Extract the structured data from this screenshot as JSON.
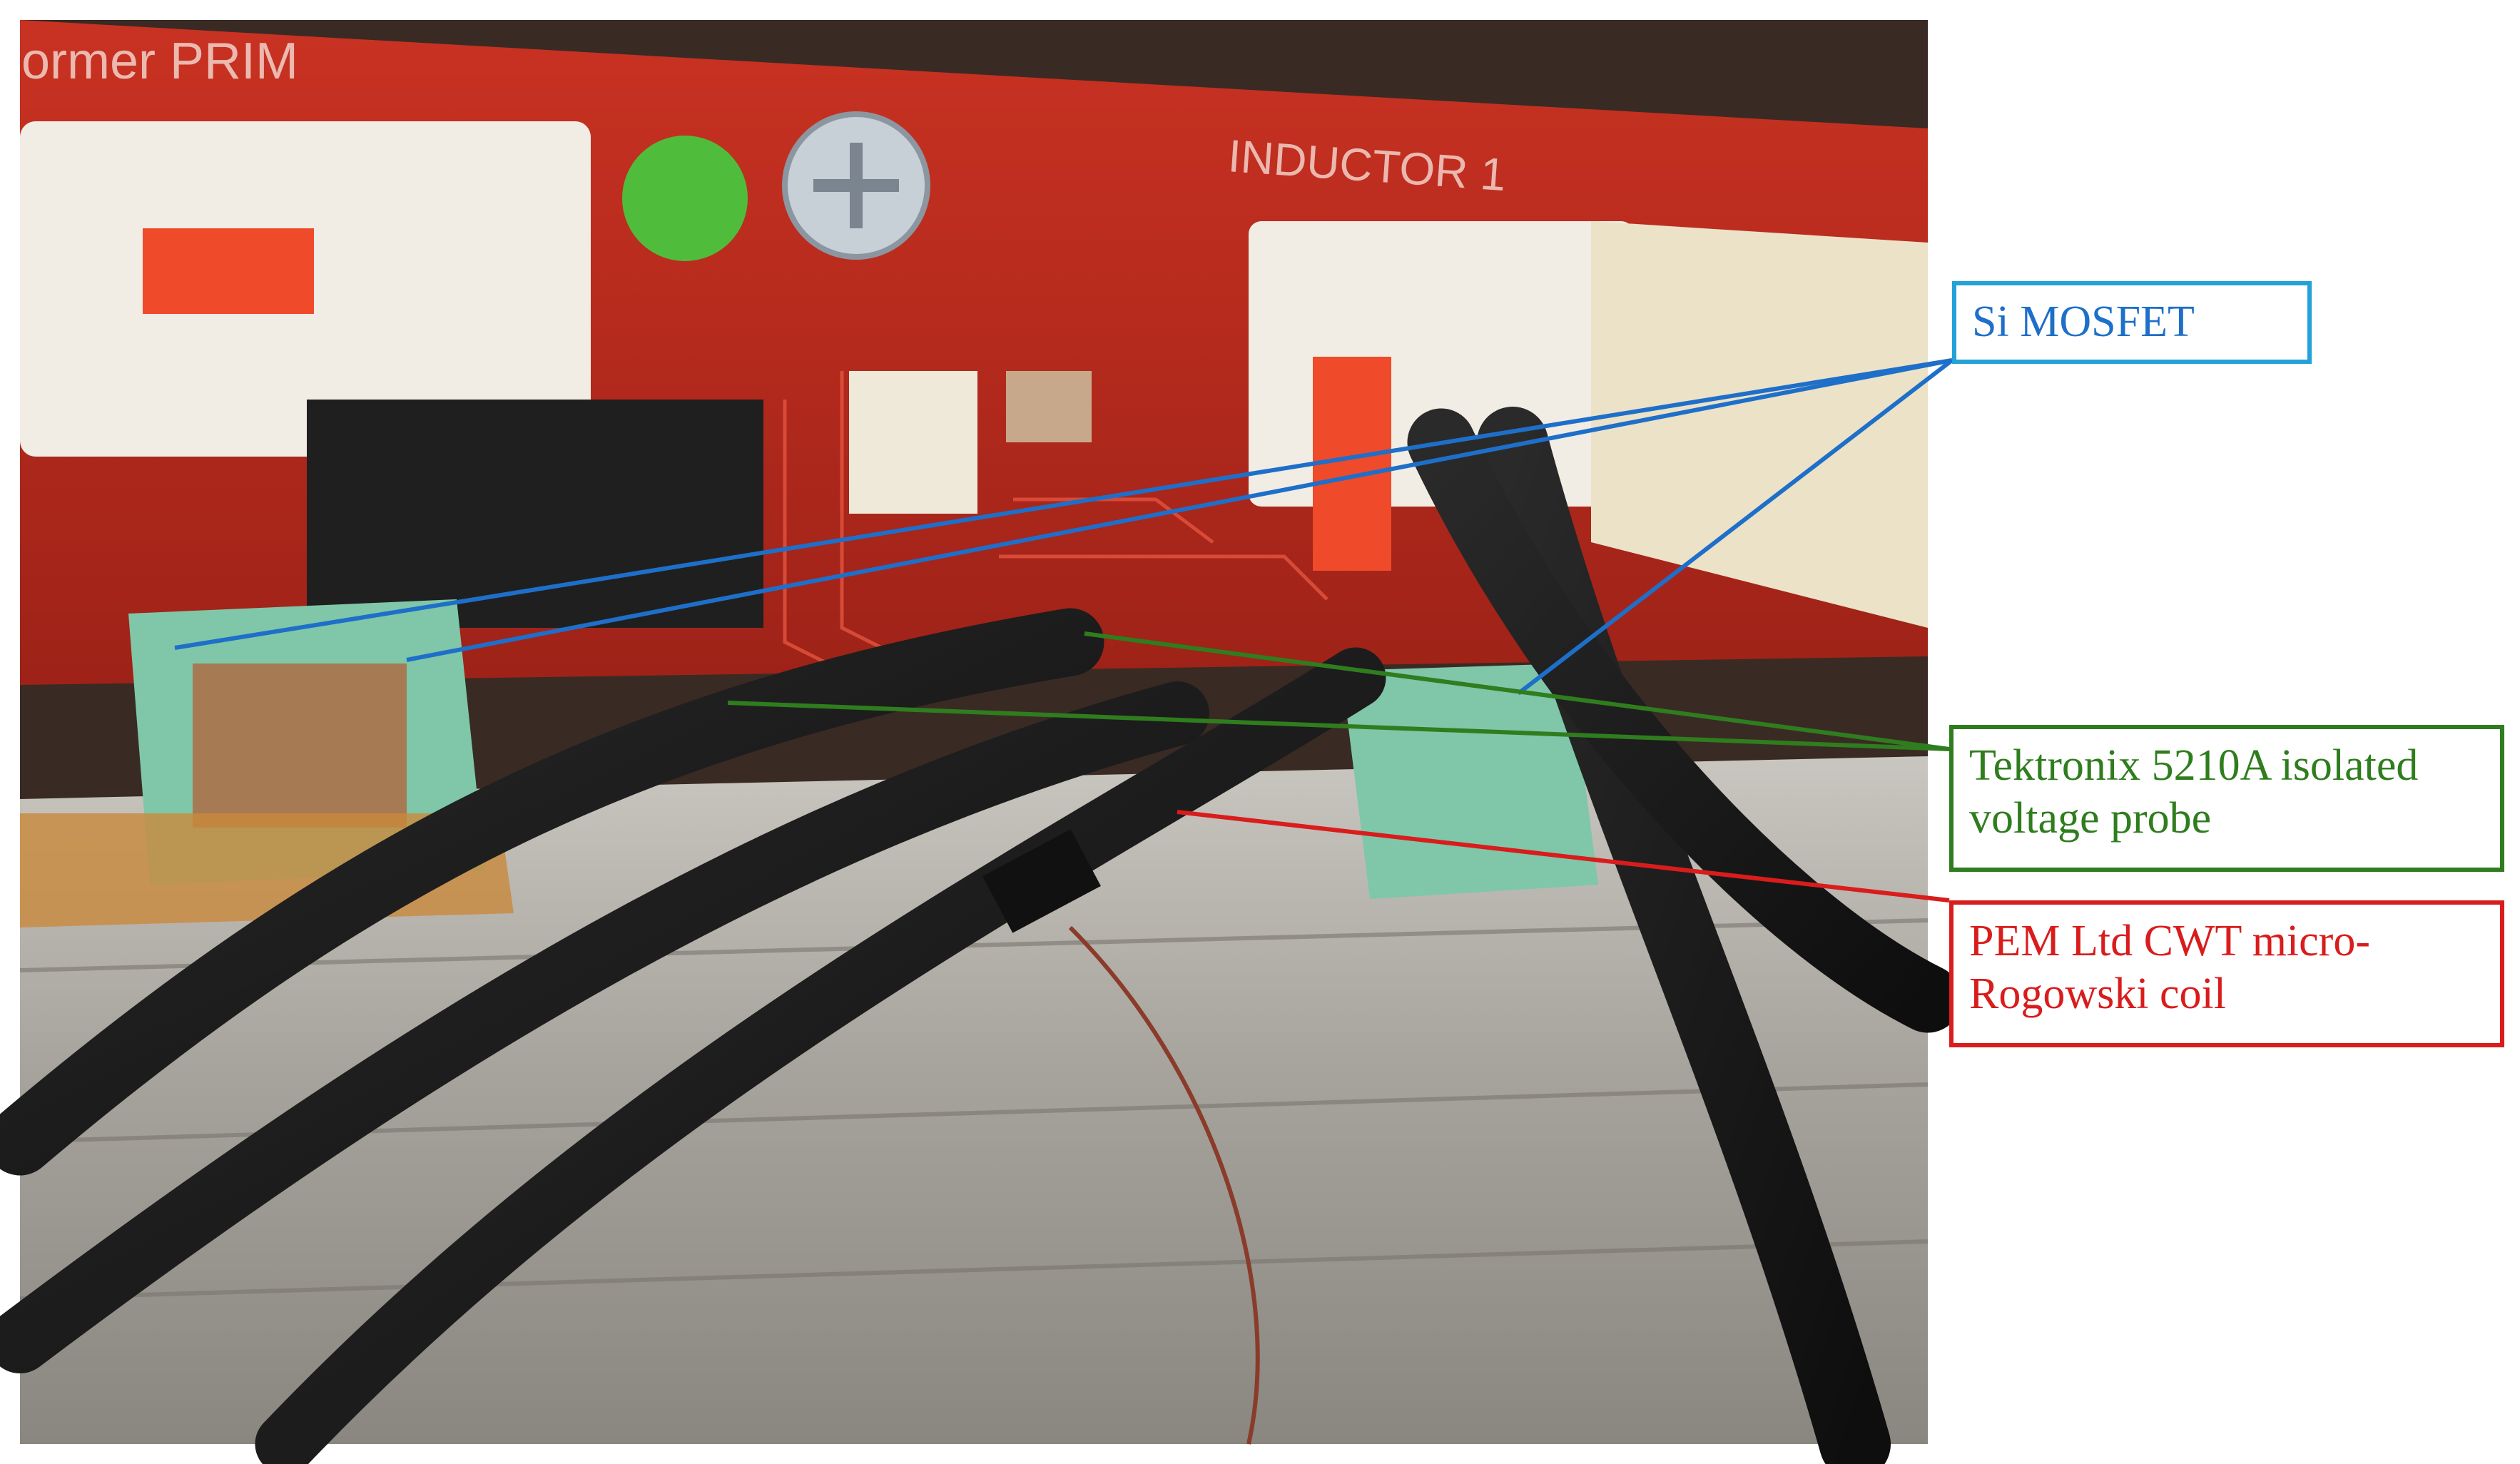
{
  "photo": {
    "board_labels": {
      "transformer": "ormer  PRIM",
      "inductor": "INDUCTOR 1"
    },
    "colors": {
      "pcb_red": "#c22a1e",
      "pcb_dark": "#8e1e16",
      "heatsink": "#a9a6a1",
      "cable": "#1b1b1b",
      "connector": "#f1ede5",
      "tape": "#7fc7a8",
      "background": "#3a2a24"
    }
  },
  "callouts": {
    "mosfet": {
      "label": "Si MOSFET",
      "color": "#1e6fc9",
      "border": "#22a2d8"
    },
    "voltage_probe": {
      "line1": "Tektronix 5210A isolated",
      "line2": "voltage probe",
      "color": "#2f7d1e"
    },
    "rogowski": {
      "line1": "PEM Ltd CWT micro-",
      "line2": "Rogowski coil",
      "color": "#d91c1c"
    }
  }
}
